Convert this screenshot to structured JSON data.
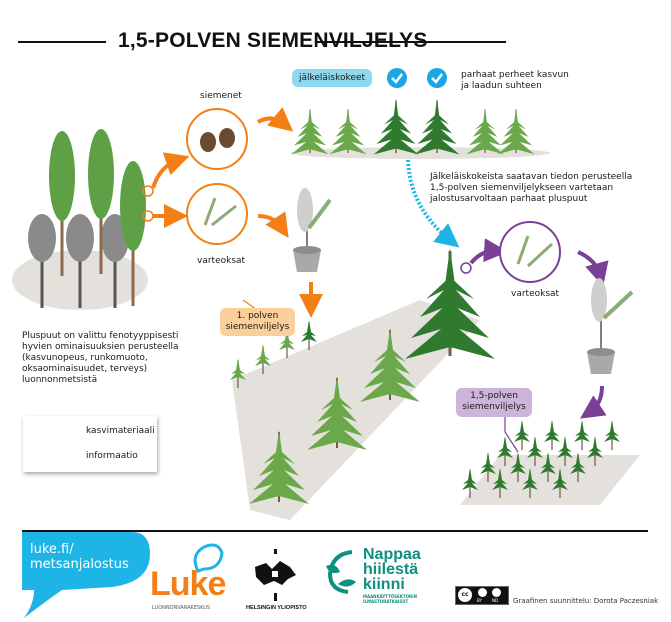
{
  "header": {
    "title": "1,5-POLVEN SIEMENVILJELYS"
  },
  "stage_natural_forest": {
    "description_lines": [
      "Pluspuut on valittu fenotyyppisesti",
      "hyvien ominaisuuksien perusteella",
      "(kasvunopeus, runkomuoto,",
      "oksaominaisuudet, terveys)",
      "luonnonmetsistä"
    ],
    "seeds_label": "siemenet",
    "cuttings_label": "varteoksat"
  },
  "stage_progeny_tests": {
    "tag": "jälkeläiskokeet",
    "best_families_lines": [
      "parhaat perheet kasvun",
      "ja laadun suhteen"
    ],
    "checkmark_icon": "check-circle-icon",
    "selected_count": 2,
    "tree_count": 6
  },
  "info_note": {
    "lines": [
      "Jälkeläiskokeista saatavan tiedon perusteella",
      "1,5-polven siemenviljelykseen vartetaan",
      "jalostusarvoltaan parhaat pluspuut"
    ]
  },
  "first_generation": {
    "tag_lines": [
      "1. polven",
      "siemenviljelys"
    ]
  },
  "generation_1_5": {
    "cuttings_label": "varteoksat",
    "tag_lines": [
      "1,5-polven",
      "siemenviljelys"
    ]
  },
  "legend": {
    "items": [
      {
        "label": "kasvimateriaali",
        "icon": "orange-purple-arrows"
      },
      {
        "label": "informaatio",
        "icon": "dotted-blue-arrow"
      }
    ]
  },
  "colors": {
    "orange": "#f57f17",
    "purple": "#7b3f98",
    "info_blue": "#1fb4e6",
    "tree_green": "#5f9e3f",
    "tree_dark_green": "#2f7a2f",
    "ground": "#e4e1dc",
    "check_blue": "#1aa6e4"
  },
  "footer": {
    "link_lines": [
      "luke.fi/",
      "metsanjalostus"
    ],
    "luke_logo": "Luke",
    "luke_sub": "LUONNONVARAKESKUS",
    "hy_logo": "HELSINGIN YLIOPISTO",
    "nappaa_lines": [
      "Nappaa",
      "hiilestä",
      "kiinni"
    ],
    "nappaa_sub_lines": [
      "MAANKÄYTTÖSEKTORIN",
      "ILMASTORATKAISUT"
    ],
    "license": [
      "cc",
      "BY",
      "ND"
    ],
    "credit": "Graafinen suunnittelu: Dorota Paczesniak"
  }
}
